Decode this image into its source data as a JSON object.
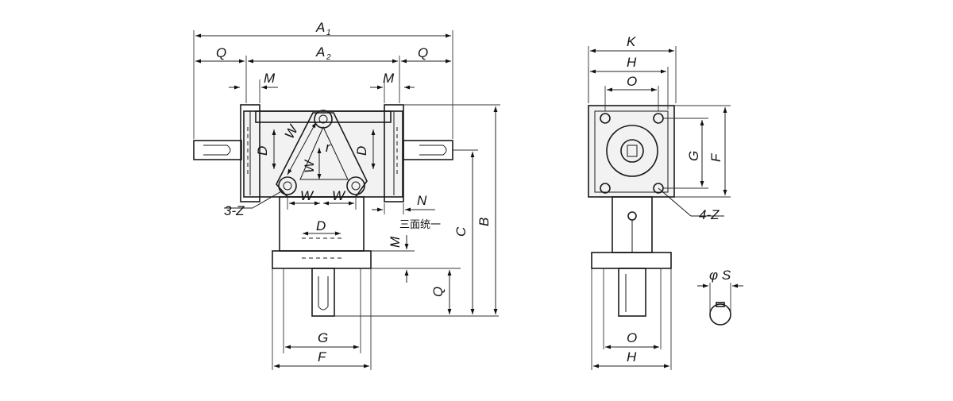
{
  "front_view": {
    "labels": {
      "a1": "A",
      "a1_sub": "1",
      "a2": "A",
      "a2_sub": "2",
      "q_left": "Q",
      "q_right": "Q",
      "m_left": "M",
      "m_right": "M",
      "d_left": "D",
      "d_right": "D",
      "d_bottom": "D",
      "w_upper": "W",
      "w_mid": "W",
      "w_bottom_left": "W",
      "w_bottom_right": "W",
      "r": "r",
      "z3": "3-Z",
      "n": "N",
      "note": "三面统一",
      "m_vertical": "M",
      "c": "C",
      "b": "B",
      "q_vertical": "Q",
      "g": "G",
      "f": "F"
    }
  },
  "side_view": {
    "labels": {
      "k": "K",
      "h_top": "H",
      "o_top": "O",
      "g": "G",
      "f": "F",
      "z4": "4-Z",
      "o_bottom": "O",
      "h_bottom": "H"
    }
  },
  "shaft_section": {
    "labels": {
      "phi_s": "φ S"
    }
  }
}
